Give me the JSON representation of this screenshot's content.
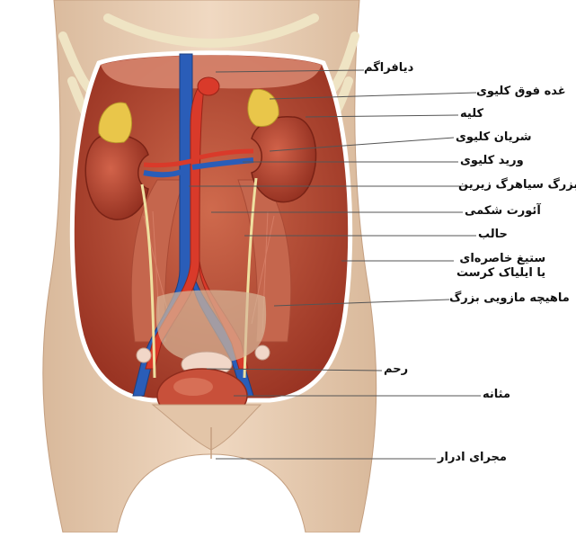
{
  "labels": {
    "diaphragm": "دیافراگم",
    "adrenal_gland": "غده فوق کلیوی",
    "kidney": "کلیه",
    "renal_artery": "شریان کلیوی",
    "renal_vein": "ورید کلیوی",
    "inferior_vena_cava": "بزرگ سیاهرگ زیرین",
    "abdominal_aorta": "آئورت شکمی",
    "ureter": "حالب",
    "iliac_crest_line1": "ستیغ خاصره‌ای",
    "iliac_crest_line2": "یا ایلیاک کرست",
    "psoas_major": "ماهیچه ماز‌ویی بزرگ",
    "uterus": "رحم",
    "bladder": "مثانه",
    "urethra": "مجرای ادرار"
  },
  "colors": {
    "skin": "#e8cdb3",
    "cavity": "#b84a33",
    "muscle": "#c8604a",
    "kidney": "#b5432e",
    "adrenal": "#e9c64a",
    "vein": "#2a5db8",
    "artery": "#d93a2a",
    "ureter": "#efe0a0",
    "bladder": "#c8503a",
    "leader": "#555555"
  }
}
